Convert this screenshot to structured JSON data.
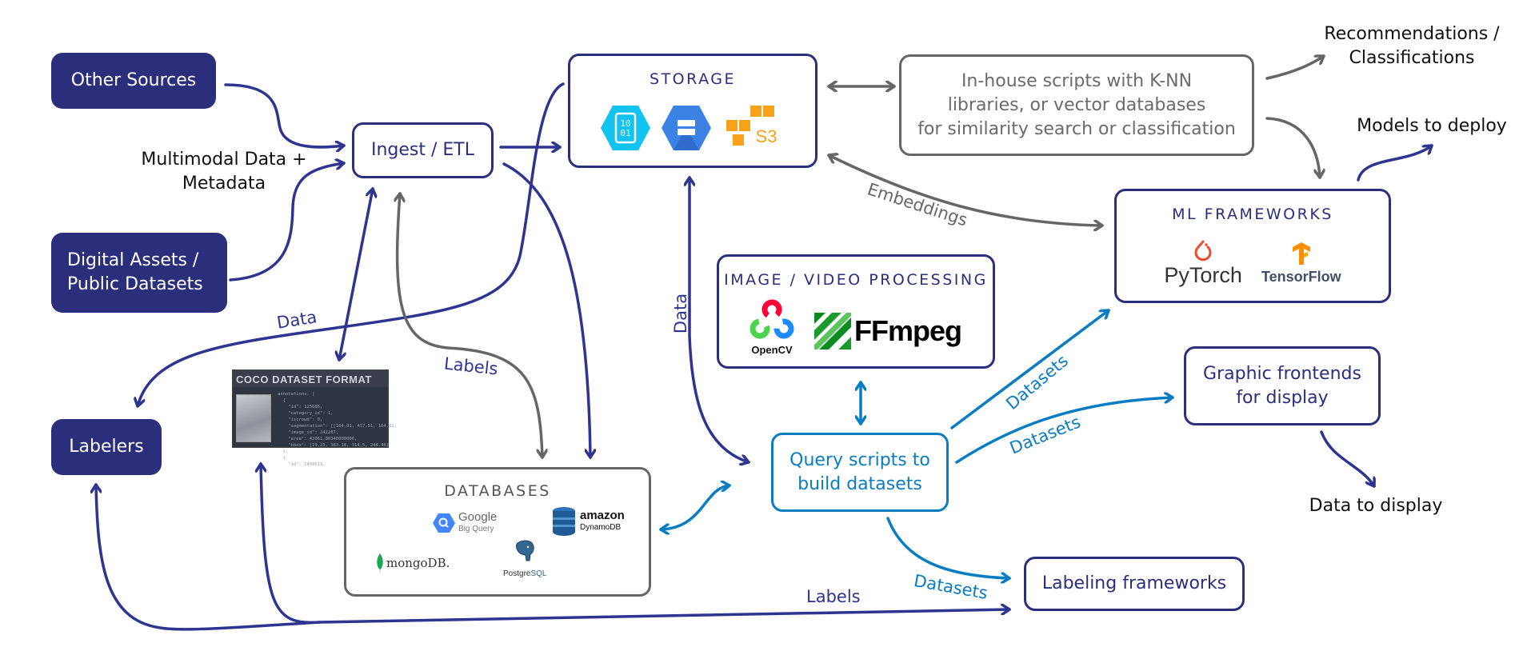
{
  "diagram": {
    "colors": {
      "navy": "#2b2f7b",
      "navy_line": "#2e348f",
      "gray": "#666666",
      "blue": "#0a7cc1",
      "text_black": "#111111"
    },
    "sources": {
      "other_sources": "Other Sources",
      "digital_assets_line1": "Digital Assets /",
      "digital_assets_line2": "Public Datasets",
      "multimodal_line1": "Multimodal Data +",
      "multimodal_line2": "Metadata"
    },
    "ingest": {
      "label": "Ingest / ETL"
    },
    "storage": {
      "title": "STORAGE",
      "logos": [
        {
          "name": "Google Cloud Storage",
          "icon": "binary-hexagon-icon",
          "text": "10\n01"
        },
        {
          "name": "Google Filestore",
          "icon": "storage-hexagon-icon"
        },
        {
          "name": "Amazon S3",
          "icon": "aws-s3-icon",
          "text": "S3"
        }
      ]
    },
    "knn": {
      "line1": "In-house scripts with K-NN",
      "line2": "libraries, or vector databases",
      "line3": "for similarity search or classification"
    },
    "outputs": {
      "recommendations_line1": "Recommendations /",
      "recommendations_line2": "Classifications",
      "models_to_deploy": "Models to deploy",
      "data_to_display": "Data to display"
    },
    "ml_frameworks": {
      "title": "ML FRAMEWORKS",
      "logos": [
        {
          "name": "PyTorch",
          "icon": "pytorch-flame-icon",
          "text": "PyTorch"
        },
        {
          "name": "TensorFlow",
          "icon": "tensorflow-icon",
          "text": "TensorFlow"
        }
      ]
    },
    "image_video": {
      "title": "IMAGE / VIDEO PROCESSING",
      "logos": [
        {
          "name": "OpenCV",
          "icon": "opencv-icon",
          "text": "OpenCV"
        },
        {
          "name": "FFmpeg",
          "icon": "ffmpeg-icon",
          "text": "FFmpeg"
        }
      ]
    },
    "query": {
      "line1": "Query scripts to",
      "line2": "build datasets"
    },
    "graphic_frontends": {
      "line1": "Graphic frontends",
      "line2": "for display"
    },
    "labeling_frameworks": {
      "label": "Labeling frameworks"
    },
    "labelers": {
      "label": "Labelers"
    },
    "coco": {
      "title": "COCO DATASET FORMAT",
      "code": "annotations: [\n  {\n    \"id\": 125686,\n    \"category_id\": 1,\n    \"iscrowd\": 0,\n    \"segmentation\": [[164.81, 417.51, 164.81,\n    \"image_id\": 242287,\n    \"area\": 42061.80340000006,\n    \"bbox\": [19.23, 383.18, 314.5, 244.46]\n  },\n  {\n    \"id\": 1409619,"
    },
    "databases": {
      "title": "DATABASES",
      "logos": [
        {
          "name": "Google BigQuery",
          "icon": "bigquery-icon",
          "text1": "Google",
          "text2": "Big Query"
        },
        {
          "name": "Amazon DynamoDB",
          "icon": "dynamodb-icon",
          "text1": "amazon",
          "text2": "DynamoDB"
        },
        {
          "name": "MongoDB",
          "icon": "mongodb-leaf-icon",
          "text": "mongoDB."
        },
        {
          "name": "PostgreSQL",
          "icon": "postgresql-elephant-icon",
          "text1": "Postgre",
          "text2": "SQL"
        }
      ]
    },
    "edge_labels": {
      "data_left": "Data",
      "labels_mid": "Labels",
      "data_vertical": "Data",
      "embeddings": "Embeddings",
      "datasets_ml": "Datasets",
      "datasets_frontend": "Datasets",
      "datasets_labeling": "Datasets",
      "labels_bottom": "Labels"
    }
  }
}
